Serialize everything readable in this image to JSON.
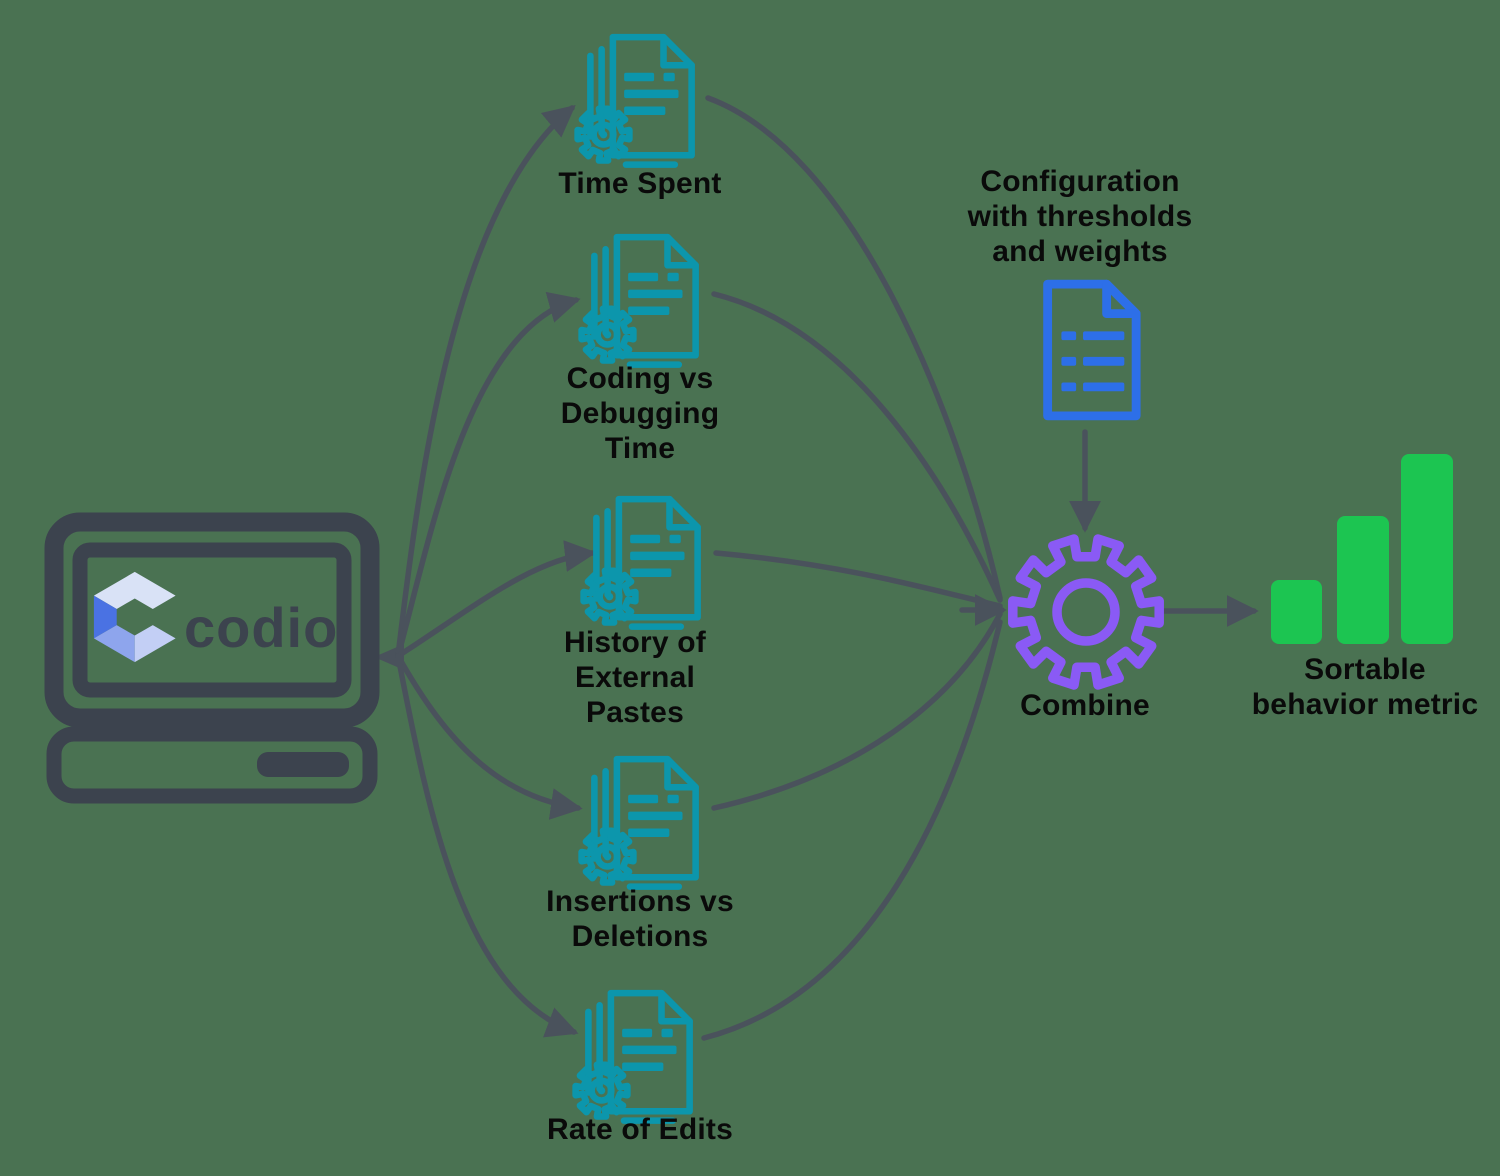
{
  "colors": {
    "background": "#4A7252",
    "slate": "#3C434E",
    "arrow": "#4A525C",
    "teal": "#0C96AC",
    "blue": "#2D6FE8",
    "purple": "#8A5AF5",
    "green": "#1CC551",
    "label": "#0A0A0A",
    "logo-light": "#D9E2F6",
    "logo-blue": "#4A72E3",
    "logo-peri": "#8EA5ED",
    "logo-peri2": "#C3CFF5"
  },
  "brand": {
    "wordmark": "codio"
  },
  "icons": {
    "source": "computer-monitor-icon",
    "metric": "document-gear-icon",
    "config": "document-file-icon",
    "combine": "gear-icon",
    "output": "bar-chart-icon"
  },
  "metrics": [
    {
      "label": "Time Spent"
    },
    {
      "label": "Coding vs\nDebugging\nTime"
    },
    {
      "label": "History of\nExternal\nPastes"
    },
    {
      "label": "Insertions vs\nDeletions"
    },
    {
      "label": "Rate of Edits"
    }
  ],
  "config_node": {
    "label": "Configuration\nwith thresholds\nand weights"
  },
  "combine_node": {
    "label": "Combine"
  },
  "output_node": {
    "label": "Sortable\nbehavior metric",
    "bars": 3
  }
}
